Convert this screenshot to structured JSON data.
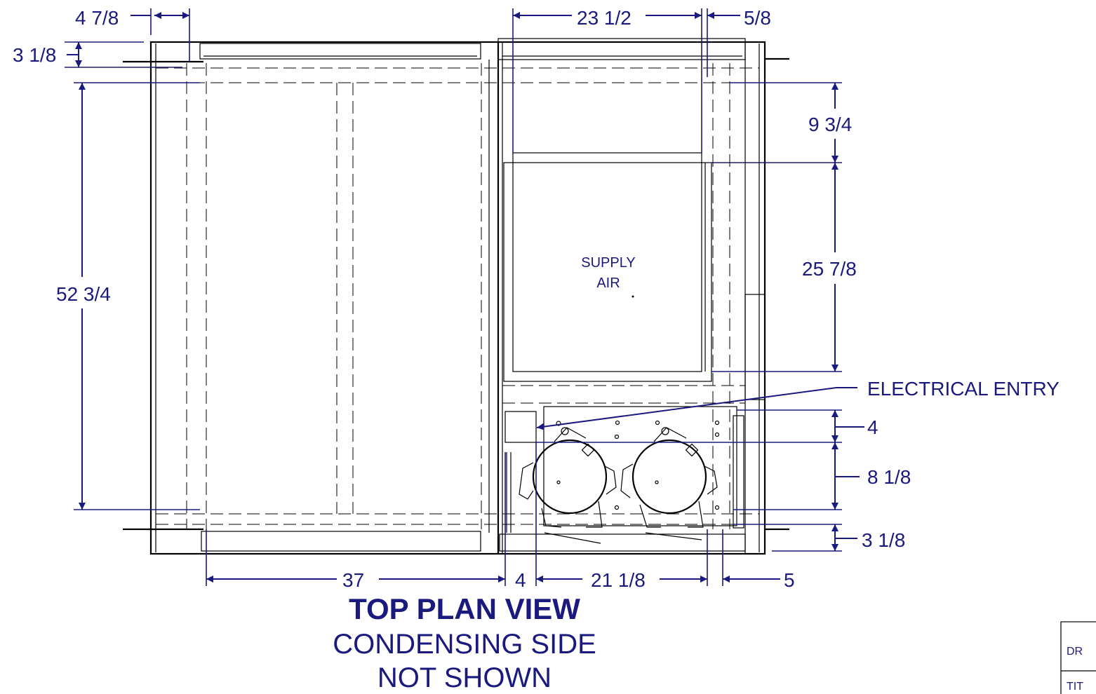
{
  "drawing": {
    "title": "TOP PLAN VIEW",
    "subtitle_line1": "CONDENSING SIDE",
    "subtitle_line2": "NOT SHOWN",
    "supply_label_line1": "SUPPLY",
    "supply_label_line2": "AIR",
    "callout_electrical": "ELECTRICAL ENTRY",
    "dimensions": {
      "top_left_width": "4 7/8",
      "top_left_height": "3 1/8",
      "overall_depth": "52 3/4",
      "supply_width": "23 1/2",
      "supply_right_offset": "5/8",
      "supply_top_offset": "9 3/4",
      "supply_height": "25 7/8",
      "electrical_offset": "4",
      "compressor_height": "8 1/8",
      "bottom_right_height": "3 1/8",
      "bottom_left_width": "37",
      "bottom_gap": "4",
      "bottom_compressor_width": "21 1/8",
      "bottom_right_width": "5"
    },
    "title_block": {
      "row1": "DR",
      "row2": "TIT"
    }
  }
}
